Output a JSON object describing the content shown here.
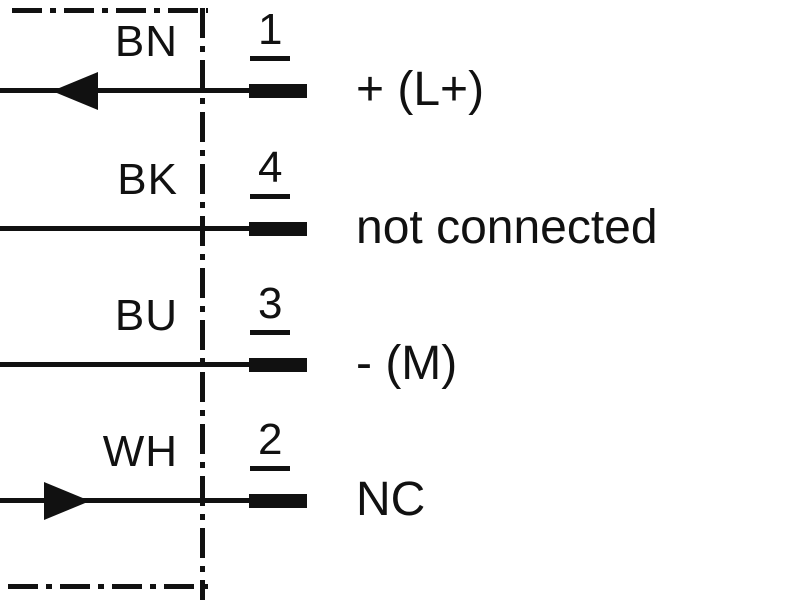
{
  "wires": [
    {
      "code": "BN",
      "pin": "1",
      "function": "+ (L+)",
      "arrow": "left"
    },
    {
      "code": "BK",
      "pin": "4",
      "function": "not connected",
      "arrow": "none"
    },
    {
      "code": "BU",
      "pin": "3",
      "function": "- (M)",
      "arrow": "none"
    },
    {
      "code": "WH",
      "pin": "2",
      "function": "NC",
      "arrow": "right"
    }
  ]
}
